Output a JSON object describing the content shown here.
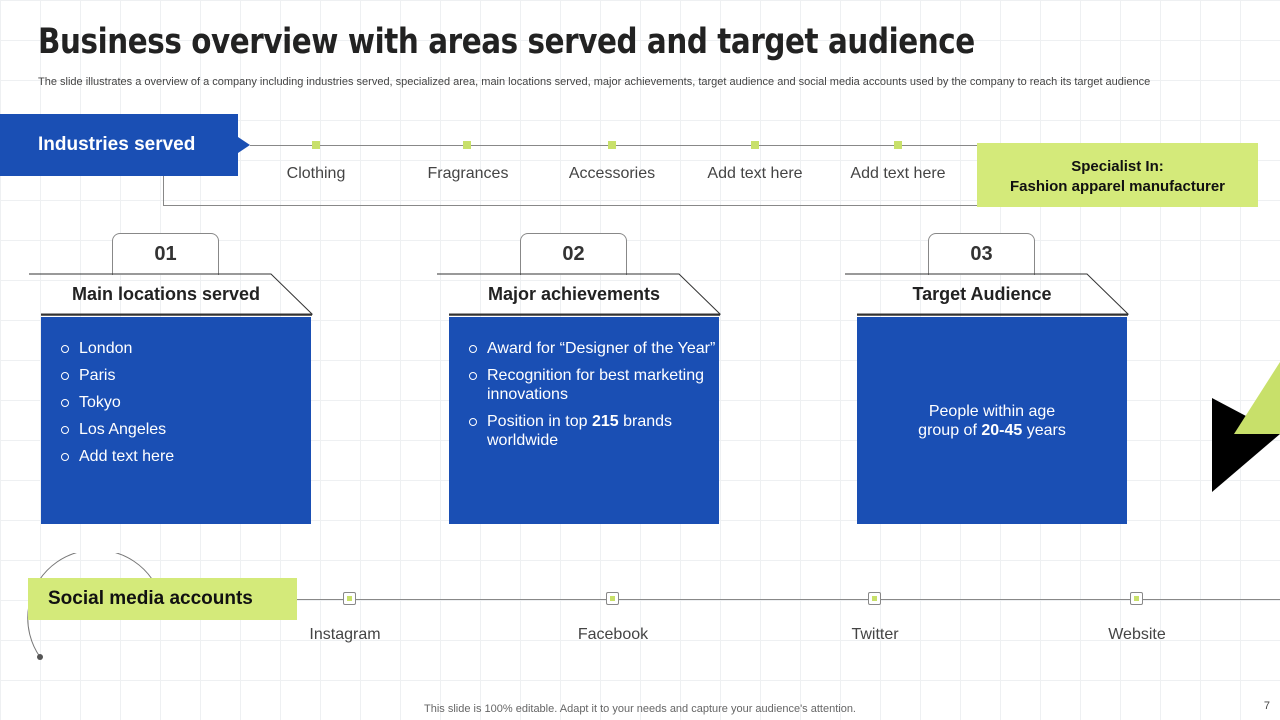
{
  "header": {
    "title": "Business overview with areas served and target audience",
    "subtitle": "The slide illustrates a overview of a company including industries served, specialized area, main locations served, major achievements, target audience and social media accounts used by the company to reach its target audience"
  },
  "industries": {
    "label": "Industries served",
    "items": [
      "Clothing",
      "Fragrances",
      "Accessories",
      "Add text here",
      "Add text here"
    ],
    "specialist": {
      "line1": "Specialist In:",
      "line2": "Fashion apparel manufacturer"
    }
  },
  "cards": [
    {
      "number": "01",
      "title": "Main locations served",
      "items": [
        "London",
        "Paris",
        "Tokyo",
        "Los Angeles",
        "Add text here"
      ]
    },
    {
      "number": "02",
      "title": "Major achievements",
      "items": [
        "Award for “Designer of the Year”",
        "Recognition for best marketing innovations",
        "Position in top 215 brands worldwide"
      ]
    },
    {
      "number": "03",
      "title": "Target Audience",
      "text": "People within age group of 20-45 years"
    }
  ],
  "social": {
    "label": "Social media accounts",
    "items": [
      "Instagram",
      "Facebook",
      "Twitter",
      "Website"
    ]
  },
  "footer": {
    "text": "This slide is 100% editable. Adapt it to your needs and capture your audience's attention.",
    "page_number": "7"
  },
  "colors": {
    "primary_blue": "#1a4fb4",
    "accent_green": "#d4ea7a",
    "dark": "#111111"
  }
}
